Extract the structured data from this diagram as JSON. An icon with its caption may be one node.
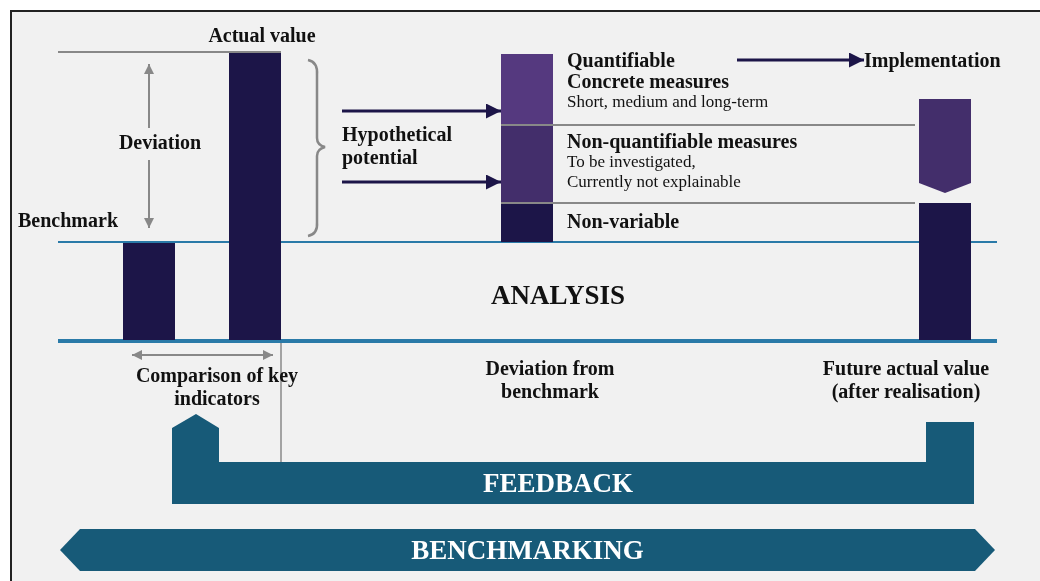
{
  "diagram": {
    "nodes": [
      {
        "text": [
          "Quantifiable"
        ]
      },
      {
        "text": [
          "Implementation"
        ]
      },
      {
        "text": [],
        "shape": "bar"
      },
      {
        "text": [
          "FEEDBACK"
        ]
      },
      {
        "text": [
          "BENCHMARKING"
        ]
      },
      {
        "text": [],
        "shape": "bar",
        "beside": [
          "Benchmark"
        ]
      },
      {
        "text": [],
        "shape": "bar",
        "beside": [
          "Actual value"
        ]
      },
      {
        "text": [],
        "shape": "chevron"
      },
      {
        "text": [],
        "shape": "bar"
      }
    ],
    "edges": [
      {
        "from": 0,
        "to": 1,
        "arrow": "to"
      },
      {
        "from": null,
        "to": 2,
        "arrow": "to"
      },
      {
        "from": null,
        "to": 2,
        "arrow": "to"
      },
      {
        "from": 5,
        "to": 6,
        "arrow": "both",
        "color": "#888888"
      }
    ],
    "labels": [
      "Deviation",
      "Hypothetical potential",
      "Concrete measures",
      "Short, medium and long-term",
      "Non-quantifiable measures",
      "To be investigated, Currently not explainable",
      "Non-variable",
      "ANALYSIS",
      "Comparison of key indicators",
      "Deviation from benchmark",
      "Future actual value (after realisation)"
    ]
  }
}
